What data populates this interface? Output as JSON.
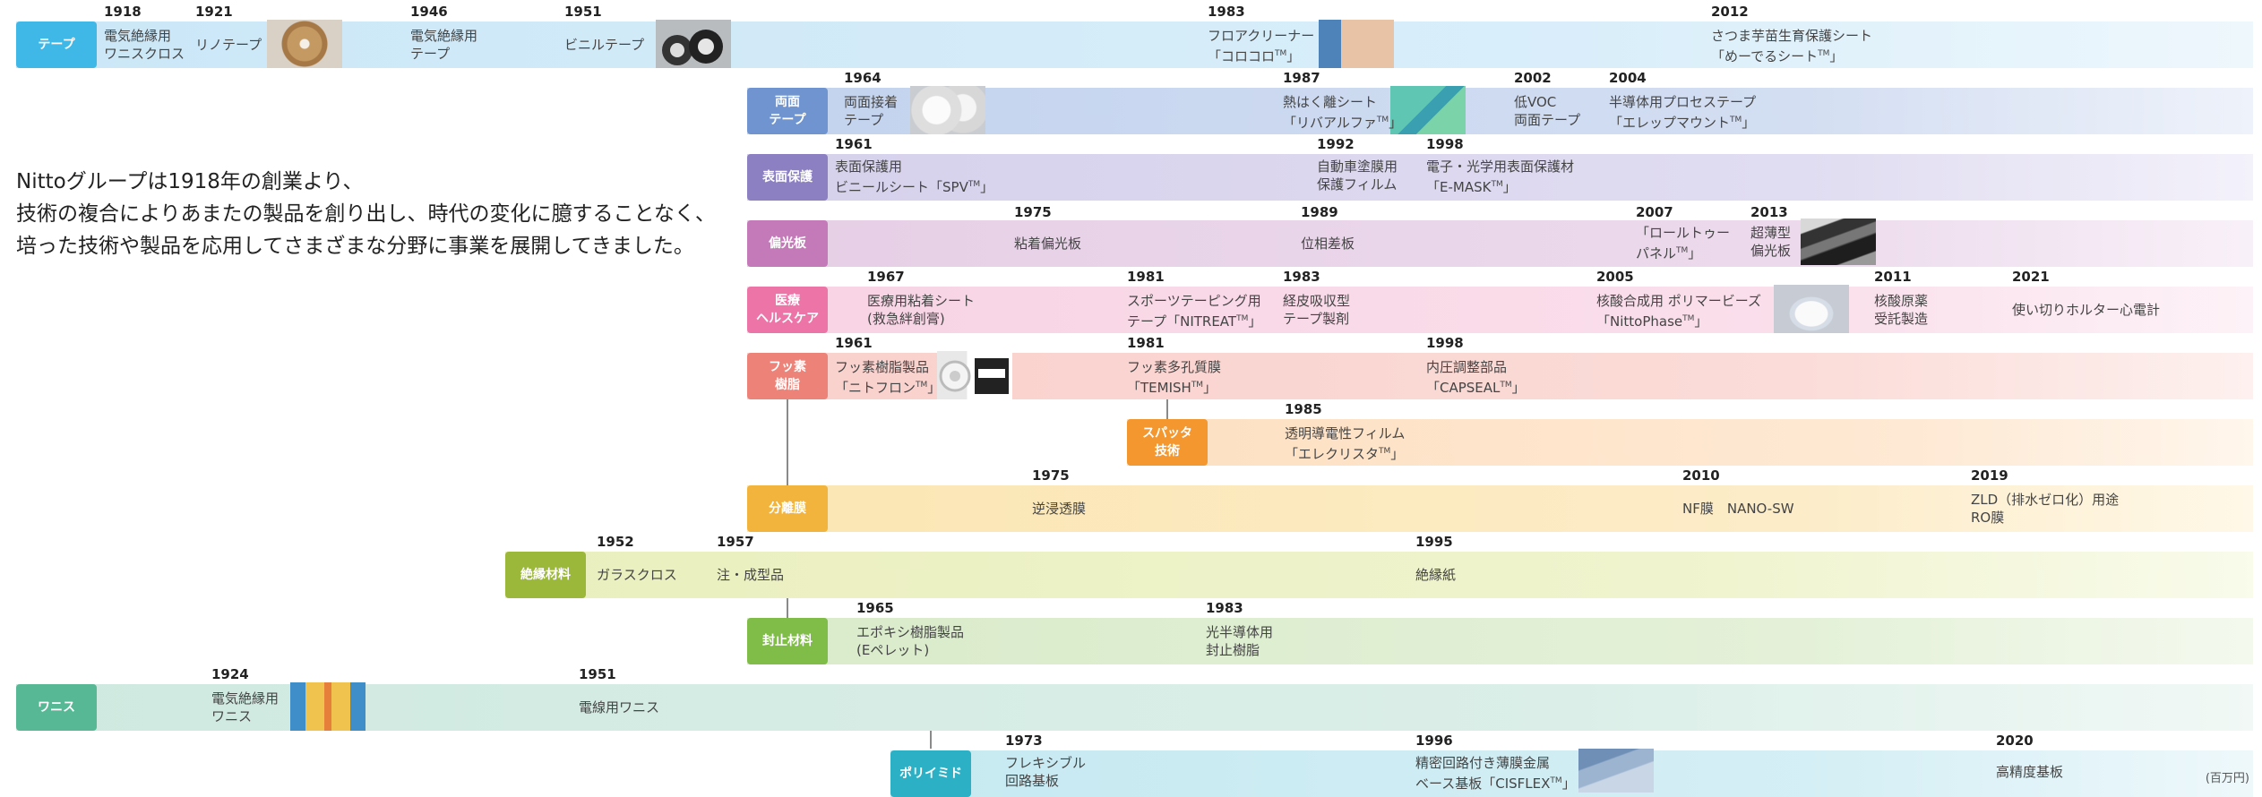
{
  "intro": {
    "line1": "Nittoグループは1918年の創業より、",
    "line2": "技術の複合によりあまたの製品を創り出し、時代の変化に臆することなく、",
    "line3": "培った技術や製品を応用してさまざまな分野に事業を展開してきました。"
  },
  "unit_note": "(百万円)",
  "rows": {
    "tape": {
      "label": "テープ",
      "color": "#3fb8e8",
      "e1": {
        "year": "1918",
        "text": "電気絶縁用\nワニスクロス"
      },
      "e2": {
        "year": "1921",
        "text": "リノテープ"
      },
      "e3": {
        "year": "1946",
        "text": "電気絶縁用\nテープ"
      },
      "e4": {
        "year": "1951",
        "text": "ビニルテープ"
      },
      "e5": {
        "year": "1983",
        "text": "フロアクリーナー\n「コロコロTM」"
      },
      "e6": {
        "year": "2012",
        "text": "さつま芋苗生育保護シート\n「めーでるシートTM」"
      }
    },
    "ds": {
      "label": "両面\nテープ",
      "color": "#6f94cf",
      "e1": {
        "year": "1964",
        "text": "両面接着\nテープ"
      },
      "e2": {
        "year": "1987",
        "text": "熱はく離シート\n「リバアルファTM」"
      },
      "e3": {
        "year": "2002",
        "text": "低VOC\n両面テープ"
      },
      "e4": {
        "year": "2004",
        "text": "半導体用プロセステープ\n「エレップマウントTM」"
      }
    },
    "sp": {
      "label": "表面保護",
      "color": "#8c7fc2",
      "e1": {
        "year": "1961",
        "text": "表面保護用\nビニールシート「SPVTM」"
      },
      "e2": {
        "year": "1992",
        "text": "自動車塗膜用\n保護フィルム"
      },
      "e3": {
        "year": "1998",
        "text": "電子・光学用表面保護材\n「E-MASKTM」"
      }
    },
    "pol": {
      "label": "偏光板",
      "color": "#c47ab8",
      "e1": {
        "year": "1975",
        "text": "粘着偏光板"
      },
      "e2": {
        "year": "1989",
        "text": "位相差板"
      },
      "e3": {
        "year": "2007",
        "text": "「ロールトゥー\nパネルTM」"
      },
      "e4": {
        "year": "2013",
        "text": "超薄型\n偏光板"
      }
    },
    "med": {
      "label": "医療\nヘルスケア",
      "color": "#ec74a6",
      "e1": {
        "year": "1967",
        "text": "医療用粘着シート\n(救急絆創膏)"
      },
      "e2": {
        "year": "1981",
        "text": "スポーツテーピング用\nテープ「NITREATTM」"
      },
      "e3": {
        "year": "1983",
        "text": "経皮吸収型\nテープ製剤"
      },
      "e4": {
        "year": "2005",
        "text": "核酸合成用 ポリマービーズ\n「NittoPhaseTM」"
      },
      "e5": {
        "year": "2011",
        "text": "核酸原薬\n受託製造"
      },
      "e6": {
        "year": "2021",
        "text": "使い切りホルター心電計"
      }
    },
    "flu": {
      "label": "フッ素\n樹脂",
      "color": "#ec8278",
      "e1": {
        "year": "1961",
        "text": "フッ素樹脂製品\n「ニトフロンTM」"
      },
      "e2": {
        "year": "1981",
        "text": "フッ素多孔質膜\n「TEMISHTM」"
      },
      "e3": {
        "year": "1998",
        "text": "内圧調整部品\n「CAPSEALTM」"
      }
    },
    "spt": {
      "label": "スパッタ\n技術",
      "color": "#f3972e",
      "e1": {
        "year": "1985",
        "text": "透明導電性フィルム\n「エレクリスタTM」"
      }
    },
    "mem": {
      "label": "分離膜",
      "color": "#f2b43c",
      "e1": {
        "year": "1975",
        "text": "逆浸透膜"
      },
      "e2": {
        "year": "2010",
        "text": "NF膜　NANO-SW"
      },
      "e3": {
        "year": "2019",
        "text": "ZLD（排水ゼロ化）用途\nRO膜"
      }
    },
    "ins": {
      "label": "絶縁材料",
      "color": "#9cb83b",
      "e1": {
        "year": "1952",
        "text": "ガラスクロス"
      },
      "e2": {
        "year": "1957",
        "text": "注・成型品"
      },
      "e3": {
        "year": "1995",
        "text": "絶縁紙"
      }
    },
    "enc": {
      "label": "封止材料",
      "color": "#7fbd48",
      "e1": {
        "year": "1965",
        "text": "エポキシ樹脂製品\n(Eペレット)"
      },
      "e2": {
        "year": "1983",
        "text": "光半導体用\n封止樹脂"
      }
    },
    "var": {
      "label": "ワニス",
      "color": "#56b894",
      "e1": {
        "year": "1924",
        "text": "電気絶縁用\nワニス"
      },
      "e2": {
        "year": "1951",
        "text": "電線用ワニス"
      }
    },
    "pi": {
      "label": "ポリイミド",
      "color": "#2bb0c6",
      "e1": {
        "year": "1973",
        "text": "フレキシブル\n回路基板"
      },
      "e2": {
        "year": "1996",
        "text": "精密回路付き薄膜金属\nベース基板「CISFLEXTM」"
      },
      "e3": {
        "year": "2020",
        "text": "高精度基板"
      }
    }
  }
}
